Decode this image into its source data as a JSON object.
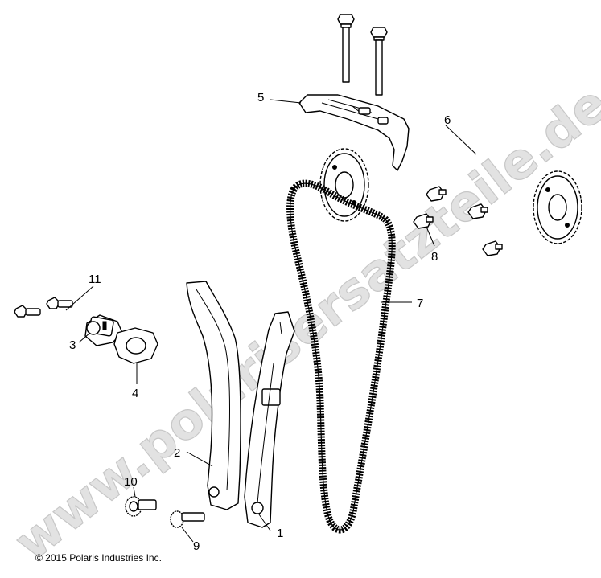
{
  "watermark": {
    "text": "www.polarisersatzteile.de",
    "color": "#d0d0d0"
  },
  "copyright": "© 2015 Polaris Industries Inc.",
  "callouts": [
    {
      "label": "1",
      "part": "chain-guide"
    },
    {
      "label": "2",
      "part": "tensioner-guide"
    },
    {
      "label": "3",
      "part": "tensioner"
    },
    {
      "label": "4",
      "part": "tensioner-gasket"
    },
    {
      "label": "5",
      "part": "chain-guide-upper"
    },
    {
      "label": "6",
      "part": "cam-sprocket"
    },
    {
      "label": "7",
      "part": "timing-chain"
    },
    {
      "label": "8",
      "part": "sprocket-bolt"
    },
    {
      "label": "9",
      "part": "guide-pivot-bolt"
    },
    {
      "label": "10",
      "part": "guide-pivot-bolt-washer"
    },
    {
      "label": "11",
      "part": "tensioner-bolt"
    }
  ]
}
